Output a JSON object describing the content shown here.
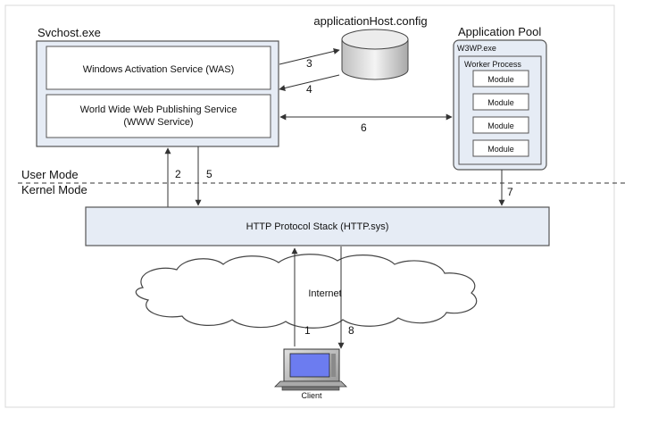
{
  "svchost": {
    "title": "Svchost.exe",
    "was": "Windows Activation Service (WAS)",
    "www_line1": "World Wide Web Publishing Service",
    "www_line2": "(WWW Service)"
  },
  "config": {
    "label": "applicationHost.config"
  },
  "app_pool": {
    "title": "Application Pool",
    "w3wp": "W3WP.exe",
    "worker": "Worker Process",
    "modules": [
      "Module",
      "Module",
      "Module",
      "Module"
    ]
  },
  "modes": {
    "user": "User Mode",
    "kernel": "Kernel Mode"
  },
  "http_stack": {
    "label": "HTTP Protocol Stack (HTTP.sys)"
  },
  "internet": {
    "label": "Internet"
  },
  "client": {
    "label": "Client"
  },
  "steps": [
    "1",
    "2",
    "3",
    "4",
    "5",
    "6",
    "7",
    "8"
  ],
  "colors": {
    "box_fill": "#e6ecf5",
    "box_stroke": "#555555",
    "line": "#333333",
    "screen": "#6c7cf0"
  }
}
